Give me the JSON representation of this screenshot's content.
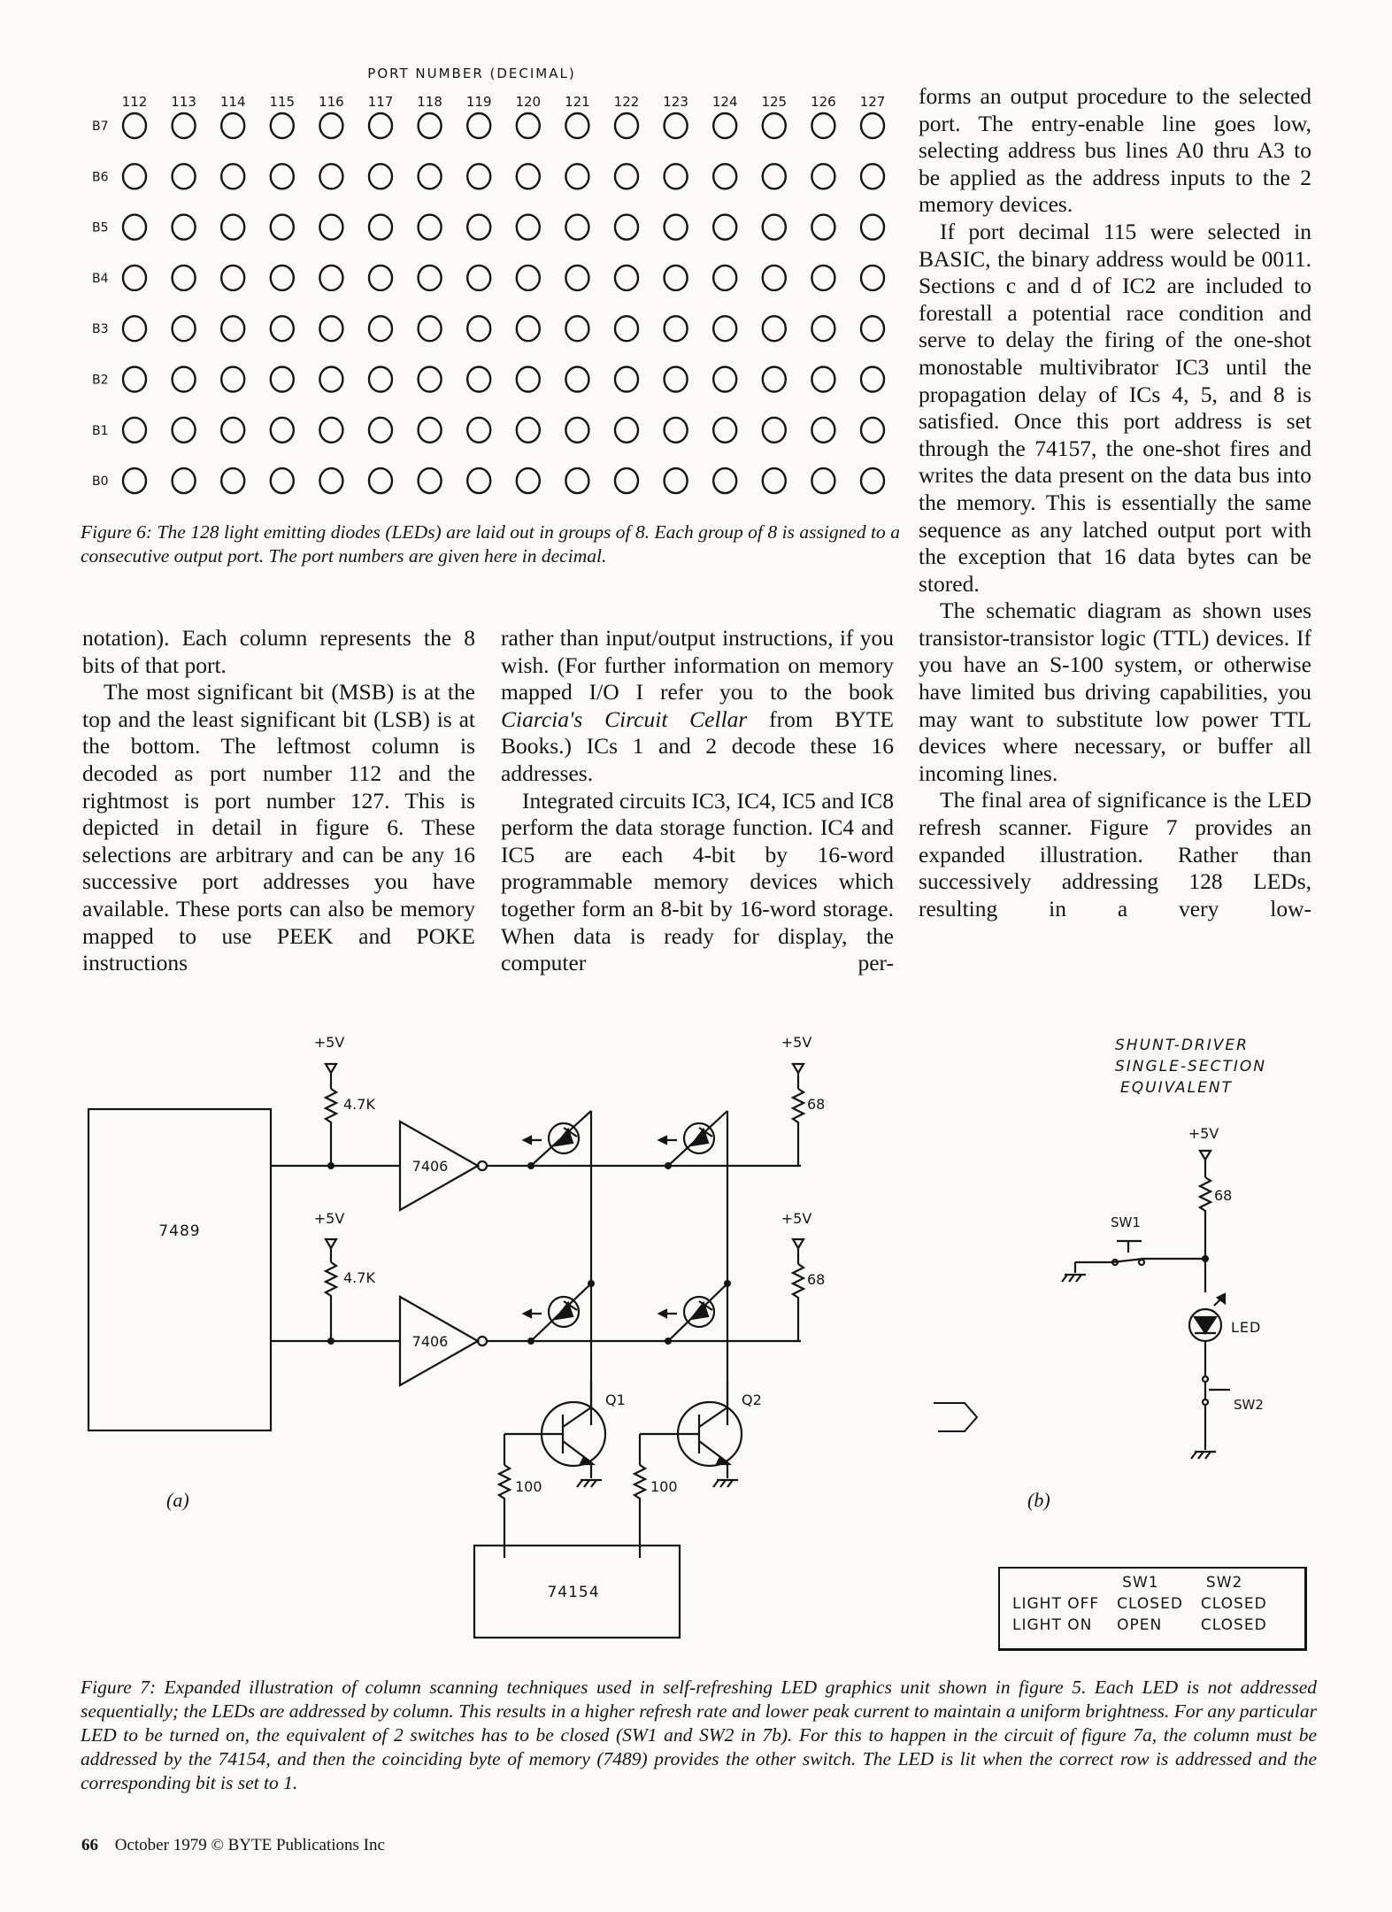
{
  "figure6": {
    "title": "PORT NUMBER (DECIMAL)",
    "ports": [
      "112",
      "113",
      "114",
      "115",
      "116",
      "117",
      "118",
      "119",
      "120",
      "121",
      "122",
      "123",
      "124",
      "125",
      "126",
      "127"
    ],
    "bits": [
      "B7",
      "B6",
      "B5",
      "B4",
      "B3",
      "B2",
      "B1",
      "B0"
    ],
    "caption": "Figure 6: The 128 light emitting diodes (LEDs) are laid out in groups of 8. Each group of 8 is assigned to a consecutive output port. The port numbers are given here in decimal."
  },
  "columns": {
    "col1": {
      "p1": "notation). Each column represents the 8 bits of that port.",
      "p2": "The most significant bit (MSB) is at the top and the least significant bit (LSB) is at the bottom. The leftmost column is decoded as port number 112 and the rightmost is port number 127. This is depicted in detail in figure 6. These selections are arbitrary and can be any 16 successive port addresses you have available. These ports can also be memory mapped to use PEEK and POKE instructions"
    },
    "col2": {
      "p1_a": "rather than input/output instructions, if you wish. (For further information on memory mapped I/O I refer you to the book ",
      "p1_book": "Ciarcia's Circuit Cellar",
      "p1_b": " from BYTE Books.) ICs 1 and 2 decode these 16 addresses.",
      "p2": "Integrated circuits IC3, IC4, IC5 and IC8 perform the data storage function. IC4 and IC5 are each 4-bit by 16-word programmable memory devices which together form an 8-bit by 16-word storage. When data is ready for display, the computer per-"
    },
    "col3": {
      "p1": "forms an output procedure to the selected port. The entry-enable line goes low, selecting address bus lines A0 thru A3 to be applied as the address inputs to the 2 memory devices.",
      "p2": "If port decimal 115 were selected in BASIC, the binary address would be 0011. Sections c and d of IC2 are included to forestall a potential race condition and serve to delay the firing of the one-shot monostable multivibrator IC3 until the propagation delay of ICs 4, 5, and 8 is satisfied. Once this port address is set through the 74157, the one-shot fires and writes the data present on the data bus into the memory. This is essentially the same sequence as any latched output port with the exception that 16 data bytes can be stored.",
      "p3": "The schematic diagram as shown uses transistor-transistor logic (TTL) devices. If you have an S-100 system, or otherwise have limited bus driving capabilities, you may want to substitute low power TTL devices where necessary, or buffer all incoming lines.",
      "p4": "The final area of significance is the LED refresh scanner. Figure 7 provides an expanded illustration. Rather than successively addressing 128 LEDs, resulting in a very low-"
    }
  },
  "figure7": {
    "supply": "+5V",
    "r_pullup": "4.7K",
    "r_led": "68",
    "r_base": "100",
    "memory_chip": "7489",
    "buffer_chip": "7406",
    "decoder_chip": "74154",
    "q1": "Q1",
    "q2": "Q2",
    "label_a": "(a)",
    "label_b": "(b)",
    "equiv_title": [
      "SHUNT-DRIVER",
      "SINGLE-SECTION",
      "EQUIVALENT"
    ],
    "sw1": "SW1",
    "sw2": "SW2",
    "led": "LED",
    "table": {
      "headers": [
        "",
        "SW1",
        "SW2"
      ],
      "rows": [
        [
          "LIGHT OFF",
          "CLOSED",
          "CLOSED"
        ],
        [
          "LIGHT ON",
          "OPEN",
          "CLOSED"
        ]
      ]
    },
    "caption": "Figure 7: Expanded illustration of column scanning techniques used in self-refreshing LED graphics unit shown in figure 5. Each LED is not addressed sequentially; the LEDs are addressed by column. This results in a higher refresh rate and lower peak current to maintain a uniform brightness. For any particular LED to be turned on, the equivalent of 2 switches has to be closed (SW1 and SW2 in 7b). For this to happen in the circuit of figure 7a, the column must be addressed by the 74154, and then the coinciding byte of memory (7489) provides the other switch. The LED is lit when the correct row is addressed and the corresponding bit is set to 1."
  },
  "footer": {
    "page": "66",
    "text": "October 1979 © BYTE Publications Inc"
  }
}
